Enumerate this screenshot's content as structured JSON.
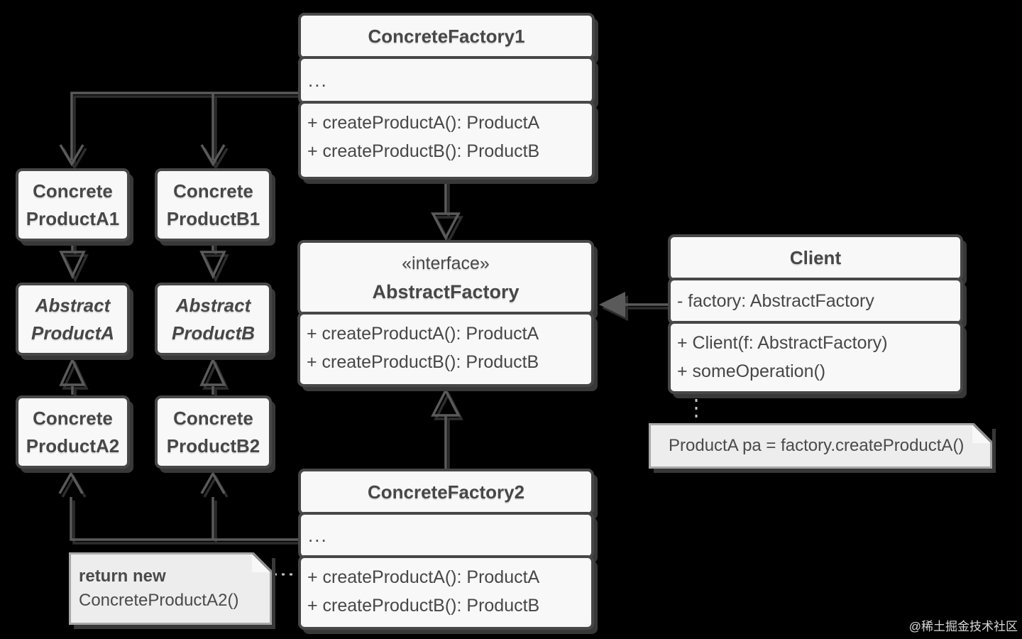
{
  "colors": {
    "background": "#000000",
    "box_fill": "#f8f8f8",
    "box_border": "#474747",
    "line": "#5a5a5a",
    "text": "#474747",
    "note_fill": "#ededed",
    "note_border": "#a8a8a8"
  },
  "classes": {
    "concrete_factory_1": {
      "title": "ConcreteFactory1",
      "body": "...",
      "method_a": "+ createProductA(): ProductA",
      "method_b": "+ createProductB(): ProductB"
    },
    "abstract_factory": {
      "stereotype": "«interface»",
      "title": "AbstractFactory",
      "method_a": "+ createProductA(): ProductA",
      "method_b": "+ createProductB(): ProductB"
    },
    "concrete_factory_2": {
      "title": "ConcreteFactory2",
      "body": "...",
      "method_a": "+ createProductA(): ProductA",
      "method_b": "+ createProductB(): ProductB"
    },
    "client": {
      "title": "Client",
      "attribute": "- factory: AbstractFactory",
      "method_a": "+ Client(f: AbstractFactory)",
      "method_b": "+ someOperation()"
    },
    "concrete_product_a1": {
      "line1": "Concrete",
      "line2": "ProductA1"
    },
    "concrete_product_b1": {
      "line1": "Concrete",
      "line2": "ProductB1"
    },
    "abstract_product_a": {
      "line1": "Abstract",
      "line2": "ProductA"
    },
    "abstract_product_b": {
      "line1": "Abstract",
      "line2": "ProductB"
    },
    "concrete_product_a2": {
      "line1": "Concrete",
      "line2": "ProductA2"
    },
    "concrete_product_b2": {
      "line1": "Concrete",
      "line2": "ProductB2"
    }
  },
  "notes": {
    "client_note": "ProductA pa = factory.createProductA()",
    "factory2_note_line1": "return new",
    "factory2_note_line2": "ConcreteProductA2()"
  },
  "watermark": "@稀土掘金技术社区"
}
